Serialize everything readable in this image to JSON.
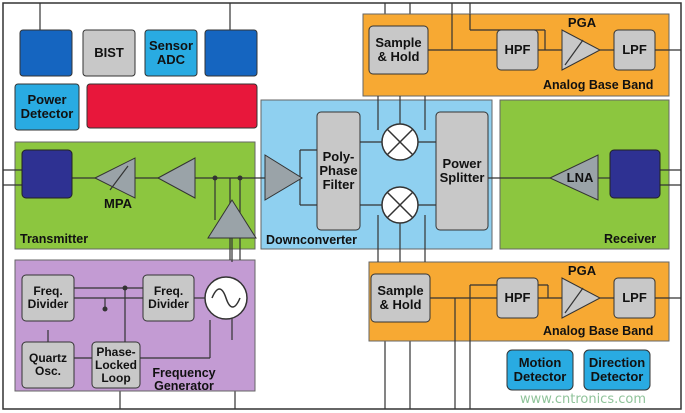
{
  "blocks": {
    "bist": "BIST",
    "sensor_adc": "Sensor\nADC",
    "power_detector": "Power\nDetector",
    "mpa": "MPA",
    "transmitter": "Transmitter",
    "poly_phase_filter": "Poly-\nPhase\nFilter",
    "power_splitter": "Power\nSplitter",
    "downconverter": "Downconverter",
    "lna": "LNA",
    "receiver": "Receiver",
    "sample_hold_top": "Sample\n& Hold",
    "hpf_top": "HPF",
    "pga_top": "PGA",
    "lpf_top": "LPF",
    "abb_top": "Analog Base Band",
    "sample_hold_bottom": "Sample\n& Hold",
    "hpf_bottom": "HPF",
    "pga_bottom": "PGA",
    "lpf_bottom": "LPF",
    "abb_bottom": "Analog Base Band",
    "freq_divider_1": "Freq.\nDivider",
    "freq_divider_2": "Freq.\nDivider",
    "quartz_osc": "Quartz\nOsc.",
    "pll": "Phase-\nLocked\nLoop",
    "frequency_generator": "Frequency\nGenerator",
    "motion_detector": "Motion\nDetector",
    "direction_detector": "Direction\nDetector"
  },
  "watermark": "www.cntronics.com",
  "colors": {
    "orange": "#f7a933",
    "green": "#8cc63f",
    "light_blue": "#8fd0f0",
    "purple": "#c39bd3",
    "navy": "#2e3192",
    "blue": "#1565c0",
    "cyan": "#29abe2",
    "red": "#e8173b",
    "gray": "#c8c8c8"
  }
}
